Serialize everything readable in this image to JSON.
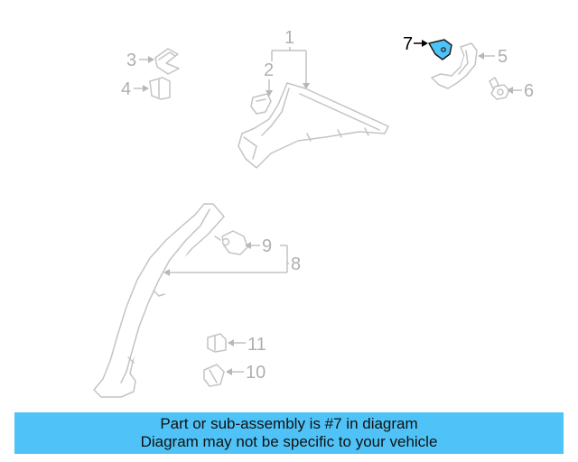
{
  "callouts": [
    {
      "id": "1",
      "label": "1"
    },
    {
      "id": "2",
      "label": "2"
    },
    {
      "id": "3",
      "label": "3"
    },
    {
      "id": "4",
      "label": "4"
    },
    {
      "id": "5",
      "label": "5"
    },
    {
      "id": "6",
      "label": "6"
    },
    {
      "id": "7",
      "label": "7",
      "highlighted": true
    },
    {
      "id": "8",
      "label": "8"
    },
    {
      "id": "9",
      "label": "9"
    },
    {
      "id": "10",
      "label": "10"
    },
    {
      "id": "11",
      "label": "11"
    }
  ],
  "colors": {
    "highlight": "#4fc3f7",
    "banner": "#4fc3f7",
    "linework": "#c4c4c4",
    "callout_text": "#b0b0b0"
  },
  "banner": {
    "line1": "Part or sub-assembly is #7 in diagram",
    "line2": "Diagram may not be specific to your vehicle"
  }
}
